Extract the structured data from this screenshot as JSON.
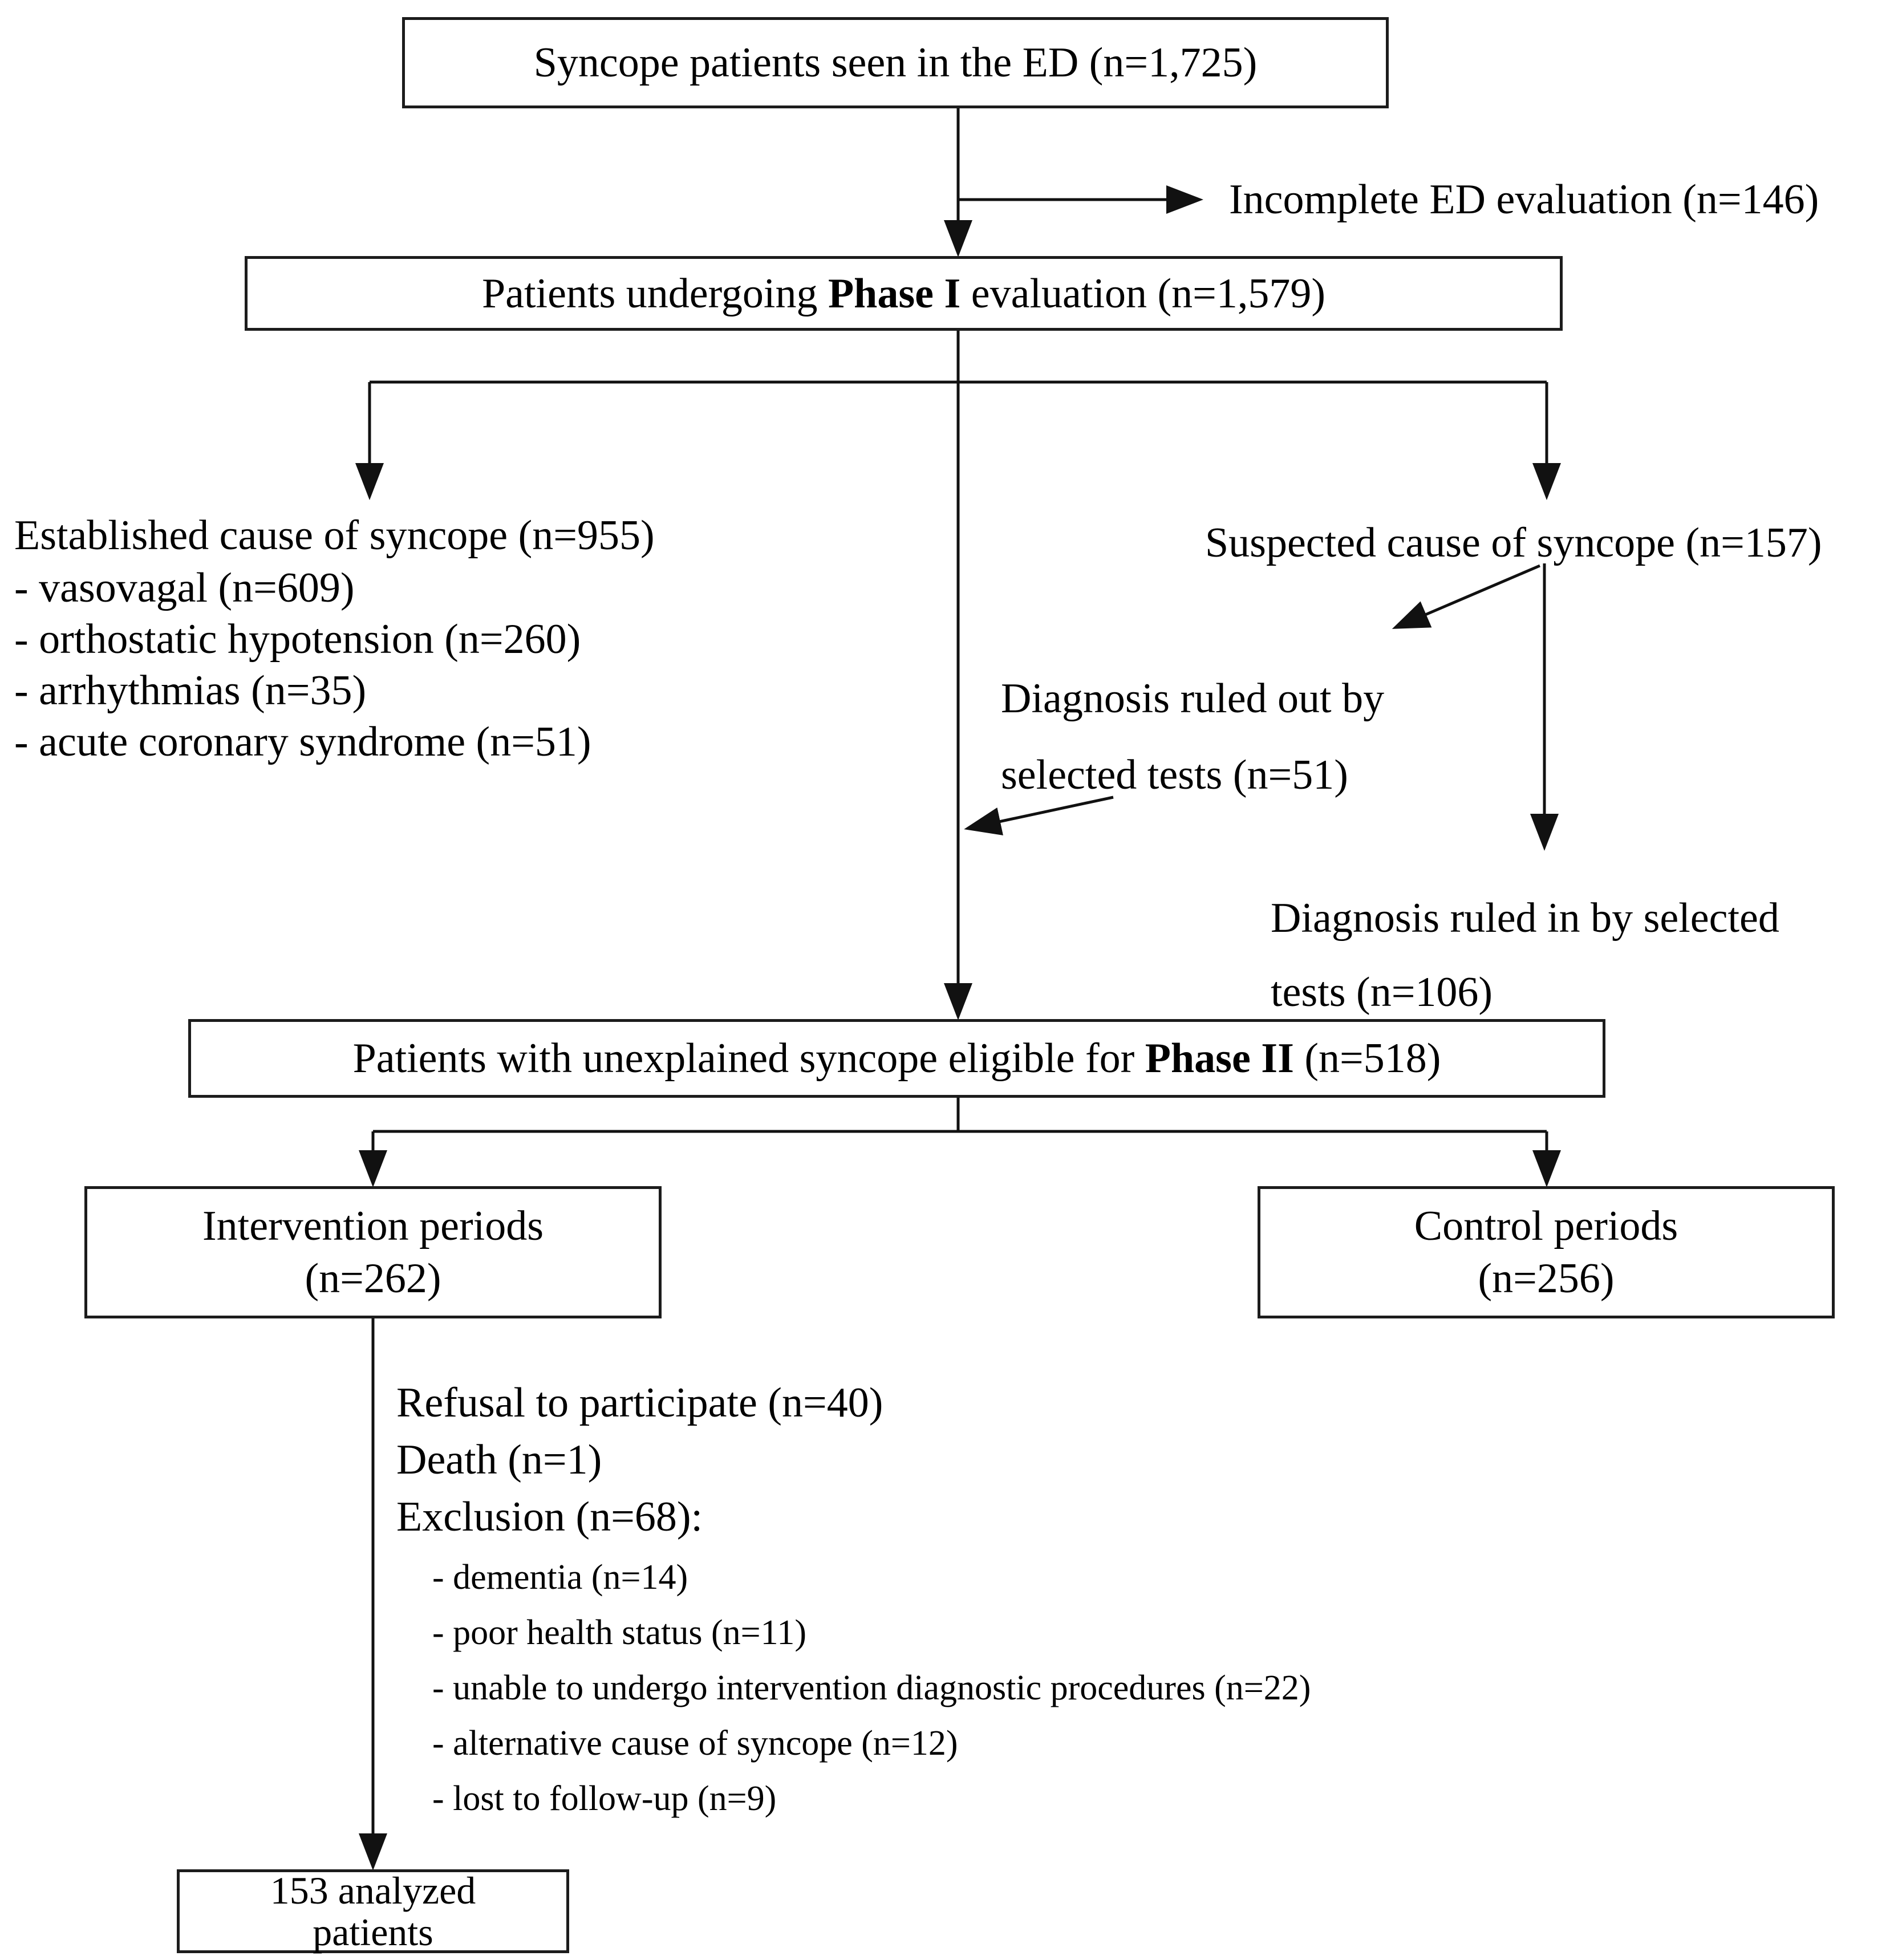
{
  "flow": {
    "ed_box": "Syncope patients seen in the ED (n=1,725)",
    "incomplete_note": "Incomplete ED evaluation (n=146)",
    "phase1": {
      "prefix": "Patients undergoing ",
      "bold": "Phase I",
      "suffix": " evaluation (n=1,579)"
    },
    "established": {
      "title": "Established cause of syncope (n=955)",
      "items": [
        "- vasovagal (n=609)",
        "- orthostatic hypotension (n=260)",
        "- arrhythmias (n=35)",
        "- acute coronary syndrome (n=51)"
      ]
    },
    "suspected": "Suspected cause of syncope (n=157)",
    "ruled_out": {
      "line1": "Diagnosis ruled out by",
      "line2": "selected tests (n=51)"
    },
    "ruled_in": {
      "line1": "Diagnosis ruled in by selected",
      "line2": "tests (n=106)"
    },
    "phase2": {
      "prefix": "Patients with unexplained syncope eligible for ",
      "bold": "Phase II",
      "suffix": " (n=518)"
    },
    "intervention": {
      "line1": "Intervention periods",
      "line2": "(n=262)"
    },
    "control": {
      "line1": "Control periods",
      "line2": "(n=256)"
    },
    "attrition": {
      "lines": [
        "Refusal to participate (n=40)",
        "Death (n=1)",
        "Exclusion (n=68):"
      ],
      "sub_items": [
        "- dementia (n=14)",
        "- poor health status (n=11)",
        "- unable to undergo intervention diagnostic procedures (n=22)",
        "- alternative cause of syncope (n=12)",
        "- lost to follow-up (n=9)"
      ]
    },
    "analyzed": {
      "line1": "153 analyzed",
      "line2": "patients"
    },
    "colors": {
      "ink": "#000000",
      "connector": "#111111",
      "box_border": "#1c1c1c",
      "background": "#ffffff"
    }
  }
}
